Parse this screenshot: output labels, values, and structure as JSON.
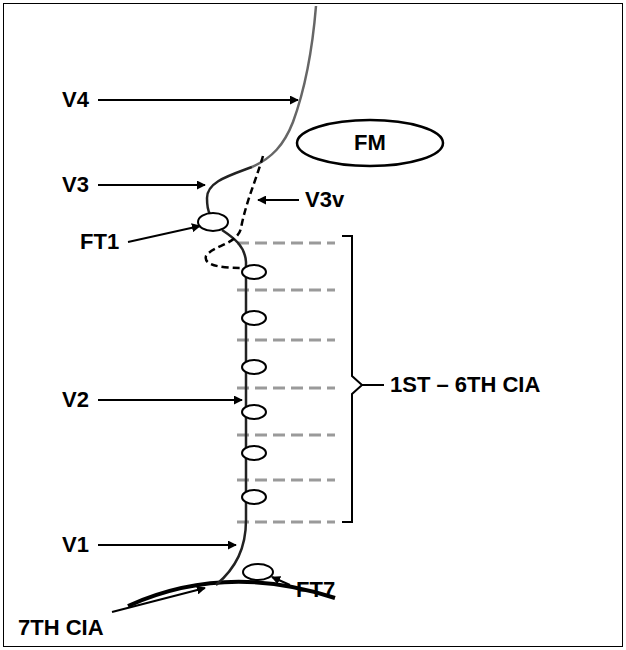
{
  "diagram": {
    "nodes": [
      {
        "text": [
          "FM"
        ]
      }
    ],
    "labels": [
      "V4",
      "V3",
      "V3v",
      "FT1",
      "V2",
      "1ST – 6TH CIA",
      "V1",
      "FT7",
      "7TH CIA"
    ]
  }
}
